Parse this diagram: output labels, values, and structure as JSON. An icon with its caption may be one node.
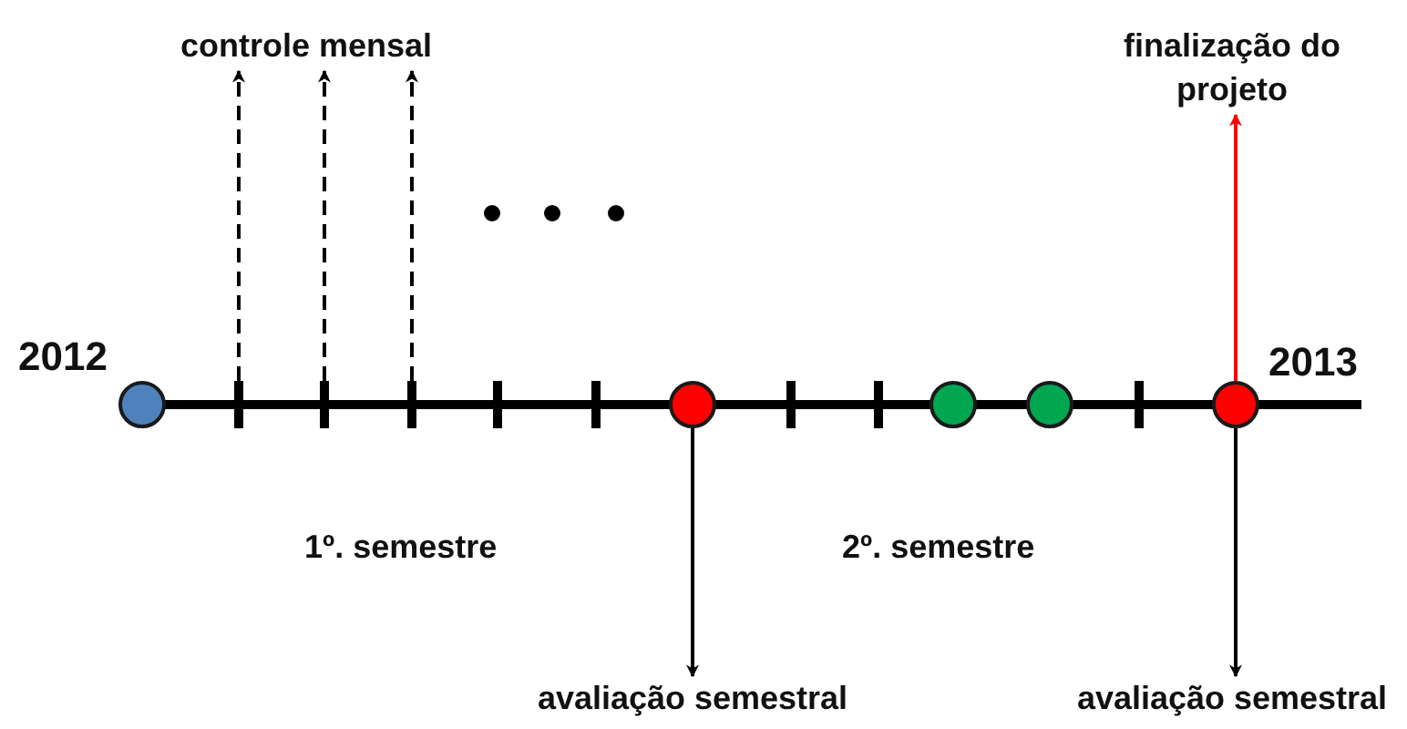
{
  "diagram": {
    "nodes": [
      {
        "text": [
          "controle mensal"
        ]
      },
      {
        "text": [
          "finalização do projeto"
        ]
      },
      {
        "text": [],
        "shape": "circle"
      },
      {
        "text": [],
        "shape": "circle"
      },
      {
        "text": [],
        "shape": "circle"
      },
      {
        "text": [],
        "shape": "circle"
      },
      {
        "text": [],
        "shape": "circle"
      },
      {
        "text": [
          "avaliação semestral"
        ]
      },
      {
        "text": [
          "avaliação semestral"
        ]
      }
    ],
    "edges": [
      {
        "from": null,
        "to": 0,
        "arrow": "to",
        "style": "dashed"
      },
      {
        "from": null,
        "to": 0,
        "arrow": "to",
        "style": "dashed"
      },
      {
        "from": null,
        "to": 0,
        "arrow": "to",
        "style": "dashed"
      },
      {
        "from": 3,
        "to": 7,
        "arrow": "to"
      },
      {
        "from": 6,
        "to": 1,
        "arrow": "to",
        "color": "#ff0000"
      },
      {
        "from": 6,
        "to": 8,
        "arrow": "to"
      }
    ],
    "labels": [
      "2012",
      "2013",
      "1º. semestre",
      "2º. semestre"
    ]
  }
}
